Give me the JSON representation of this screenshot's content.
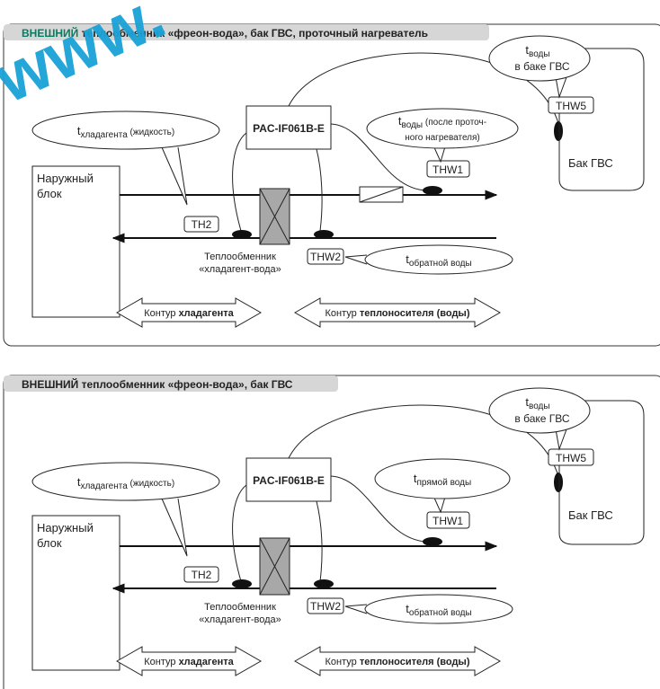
{
  "watermark": "www.",
  "colors": {
    "header_bg": "#d6d6d6",
    "accent": "#0a7a63",
    "watermark": "#1aa2d8",
    "hx_fill": "#a8a8a8"
  },
  "diagrams": [
    {
      "title_prefix": "ВНЕШНИЙ",
      "title_rest": " теплообменник «фреон-вода», бак ГВС, проточный нагреватель",
      "outdoor_unit": [
        "Наружный",
        "блок"
      ],
      "controller": "PAC-IF061B-E",
      "bubble_refrigerant": {
        "t": "t",
        "sub": "хладагента",
        "rest": " (жидкость)"
      },
      "bubble_flow": {
        "t": "t",
        "sub": "воды",
        "rest": " (после проточ-",
        "line2": "ного нагревателя)"
      },
      "bubble_tank": {
        "t": "t",
        "sub": "воды",
        "line2": "в баке ГВС"
      },
      "bubble_return": {
        "t": "t",
        "sub": "обратной воды"
      },
      "sensors": {
        "th2": "TH2",
        "thw1": "THW1",
        "thw2": "THW2",
        "thw5": "THW5"
      },
      "tank_label": "Бак ГВС",
      "hx_label": [
        "Теплообменник",
        "«хладагент-вода»"
      ],
      "circuit_refrigerant": {
        "plain": "Контур ",
        "bold": "хладагента"
      },
      "circuit_water": {
        "plain": "Контур ",
        "bold": "теплоносителя (воды)"
      }
    },
    {
      "title_prefix": "ВНЕШНИЙ",
      "title_rest": " теплообменник «фреон-вода», бак ГВС",
      "outdoor_unit": [
        "Наружный",
        "блок"
      ],
      "controller": "PAC-IF061B-E",
      "bubble_refrigerant": {
        "t": "t",
        "sub": "хладагента",
        "rest": " (жидкость)"
      },
      "bubble_flow": {
        "t": "t",
        "sub": "прямой воды"
      },
      "bubble_tank": {
        "t": "t",
        "sub": "воды",
        "line2": "в баке ГВС"
      },
      "bubble_return": {
        "t": "t",
        "sub": "обратной воды"
      },
      "sensors": {
        "th2": "TH2",
        "thw1": "THW1",
        "thw2": "THW2",
        "thw5": "THW5"
      },
      "tank_label": "Бак ГВС",
      "hx_label": [
        "Теплообменник",
        "«хладагент-вода»"
      ],
      "circuit_refrigerant": {
        "plain": "Контур ",
        "bold": "хладагента"
      },
      "circuit_water": {
        "plain": "Контур ",
        "bold": "теплоносителя (воды)"
      }
    }
  ]
}
